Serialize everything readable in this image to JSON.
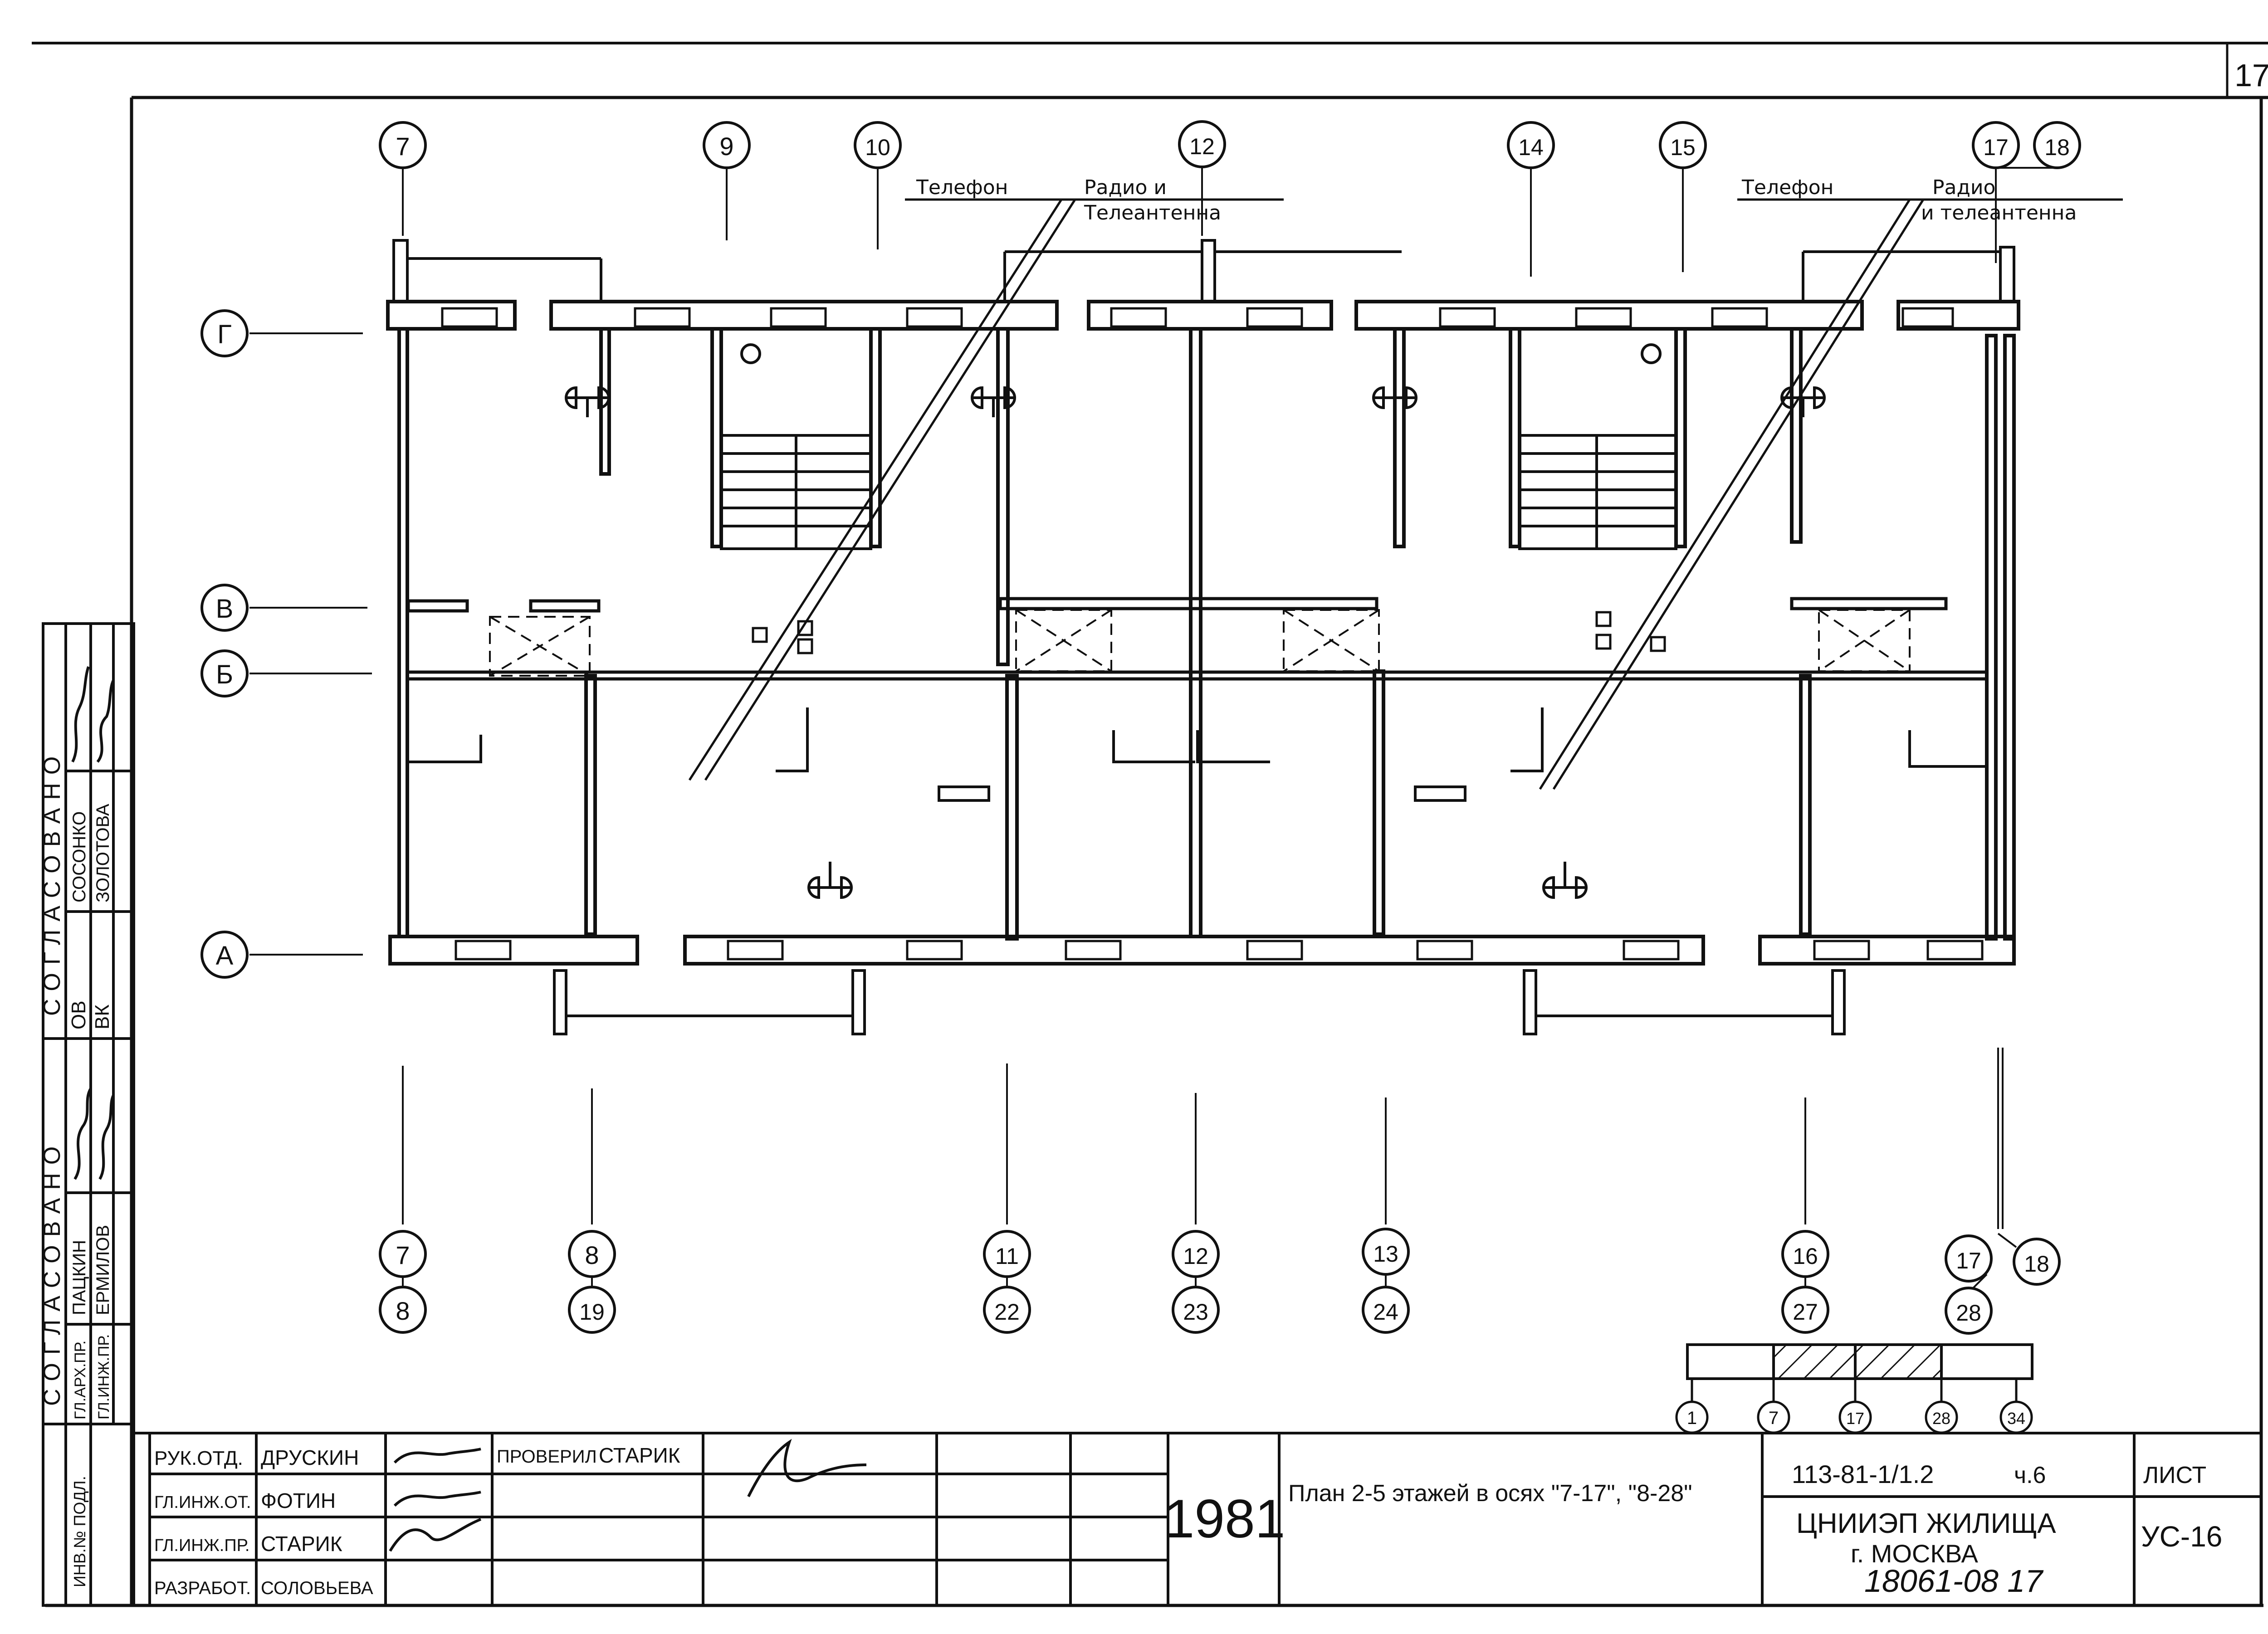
{
  "sheet_corner_number": "17",
  "plan": {
    "axes_top": [
      "7",
      "9",
      "10",
      "12",
      "14",
      "15",
      "17",
      "18"
    ],
    "axes_rows": [
      "Г",
      "В",
      "Б",
      "А"
    ],
    "axes_bottom_upper": [
      "7",
      "8",
      "11",
      "12",
      "13",
      "16",
      "17",
      "18"
    ],
    "axes_bottom_lower": [
      "8",
      "19",
      "22",
      "23",
      "24",
      "27",
      "28"
    ],
    "callouts": {
      "phone_left": "Телефон",
      "radio_left_line1": "Радио и",
      "radio_left_line2": "Телеантенна",
      "phone_right": "Телефон",
      "radio_right_line1": "Радио",
      "radio_right_line2": "и телеантенна"
    }
  },
  "key_plan": {
    "marks": [
      "1",
      "7",
      "17",
      "28",
      "34"
    ]
  },
  "approvals": {
    "block1": {
      "heading": "СОГЛАСОВАНО",
      "rows": [
        {
          "role": "ОВ",
          "name": "СОСОНКО"
        },
        {
          "role": "ВК",
          "name": "ЗОЛОТОВА"
        }
      ]
    },
    "block2": {
      "heading": "СОГЛАСОВАНО",
      "rows": [
        {
          "role": "ГЛ.АРХ.ПР.",
          "name": "ПАЦКИН"
        },
        {
          "role": "ГЛ.ИНЖ.ПР.",
          "name": "ЕРМИЛОВ"
        }
      ]
    },
    "inv_no": "ИНВ.№ ПОДЛ."
  },
  "title_block": {
    "rows": [
      {
        "role": "РУК.ОТД.",
        "name": "ДРУСКИН"
      },
      {
        "role": "ГЛ.ИНЖ.ОТ.",
        "name": "ФОТИН"
      },
      {
        "role": "ГЛ.ИНЖ.ПР.",
        "name": "СТАРИК"
      },
      {
        "role": "РАЗРАБОТ.",
        "name": "СОЛОВЬЕВА"
      }
    ],
    "checked_label": "ПРОВЕРИЛ",
    "checked_name": "СТАРИК",
    "year": "1981",
    "title": "План 2-5 этажей в осях \"7-17\", \"8-28\"",
    "series": "113-81-1/1.2",
    "part": "ч.6",
    "org_line1": "ЦНИИЭП ЖИЛИЩА",
    "org_line2": "г. МОСКВА",
    "sheet_label": "ЛИСТ",
    "sheet_code": "УС-16"
  },
  "handwritten_footer": "18061-08 17"
}
